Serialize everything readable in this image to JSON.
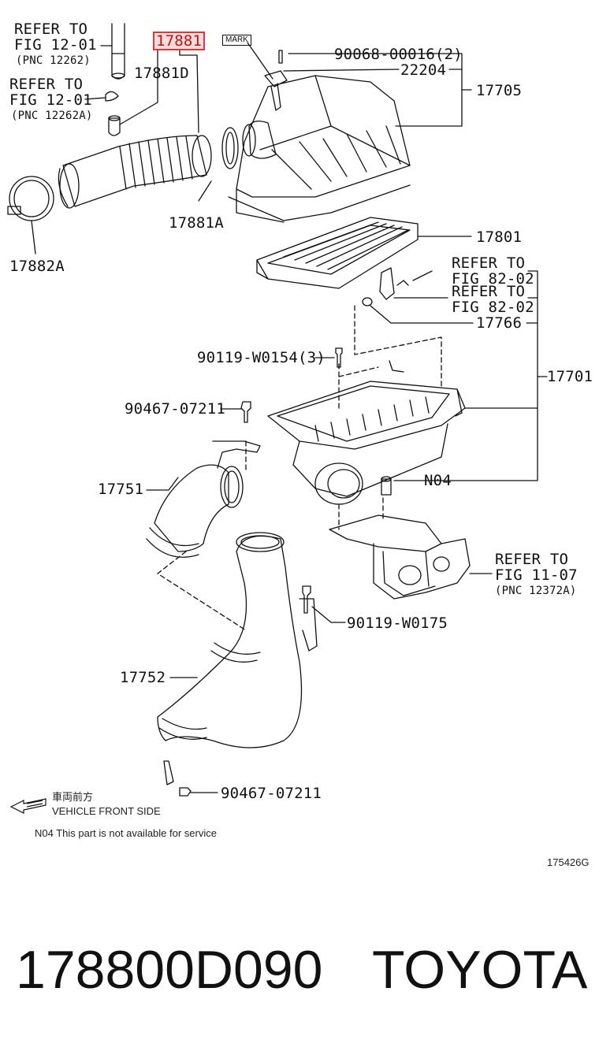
{
  "labels": {
    "refer1": "REFER TO",
    "refer1_fig": "FIG 12-01",
    "refer1_pnc": "(PNC 12262)",
    "refer2": "REFER TO",
    "refer2_fig": "FIG 12-01",
    "refer2_pnc": "(PNC 12262A)",
    "p17881": "17881",
    "p17881D": "17881D",
    "mark": "MARK",
    "p90068": "90068-00016(2)",
    "p22204": "22204",
    "p17705": "17705",
    "p17881A": "17881A",
    "p17882A": "17882A",
    "p17801": "17801",
    "refer3": "REFER TO",
    "refer3_fig": "FIG 82-02",
    "refer4": "REFER TO",
    "refer4_fig": "FIG 82-02",
    "p17766": "17766",
    "p90119a": "90119-W0154(3)",
    "p17701": "17701",
    "p90467a": "90467-07211",
    "pN04": "N04",
    "p17751": "17751",
    "refer5": "REFER TO",
    "refer5_fig": "FIG 11-07",
    "refer5_pnc": "(PNC 12372A)",
    "p90119b": "90119-W0175",
    "p17752": "17752",
    "p90467b": "90467-07211"
  },
  "legend": {
    "front_jp": "車両前方",
    "front_en": "VEHICLE FRONT SIDE",
    "n04_note": "N04  This part is not available for service",
    "fig_code": "175426G"
  },
  "footer": {
    "part_number": "178800D090",
    "brand": "TOYOTA"
  },
  "colors": {
    "line": "#111111",
    "highlight_border": "#d23c3c",
    "highlight_fill": "#fbdada"
  }
}
